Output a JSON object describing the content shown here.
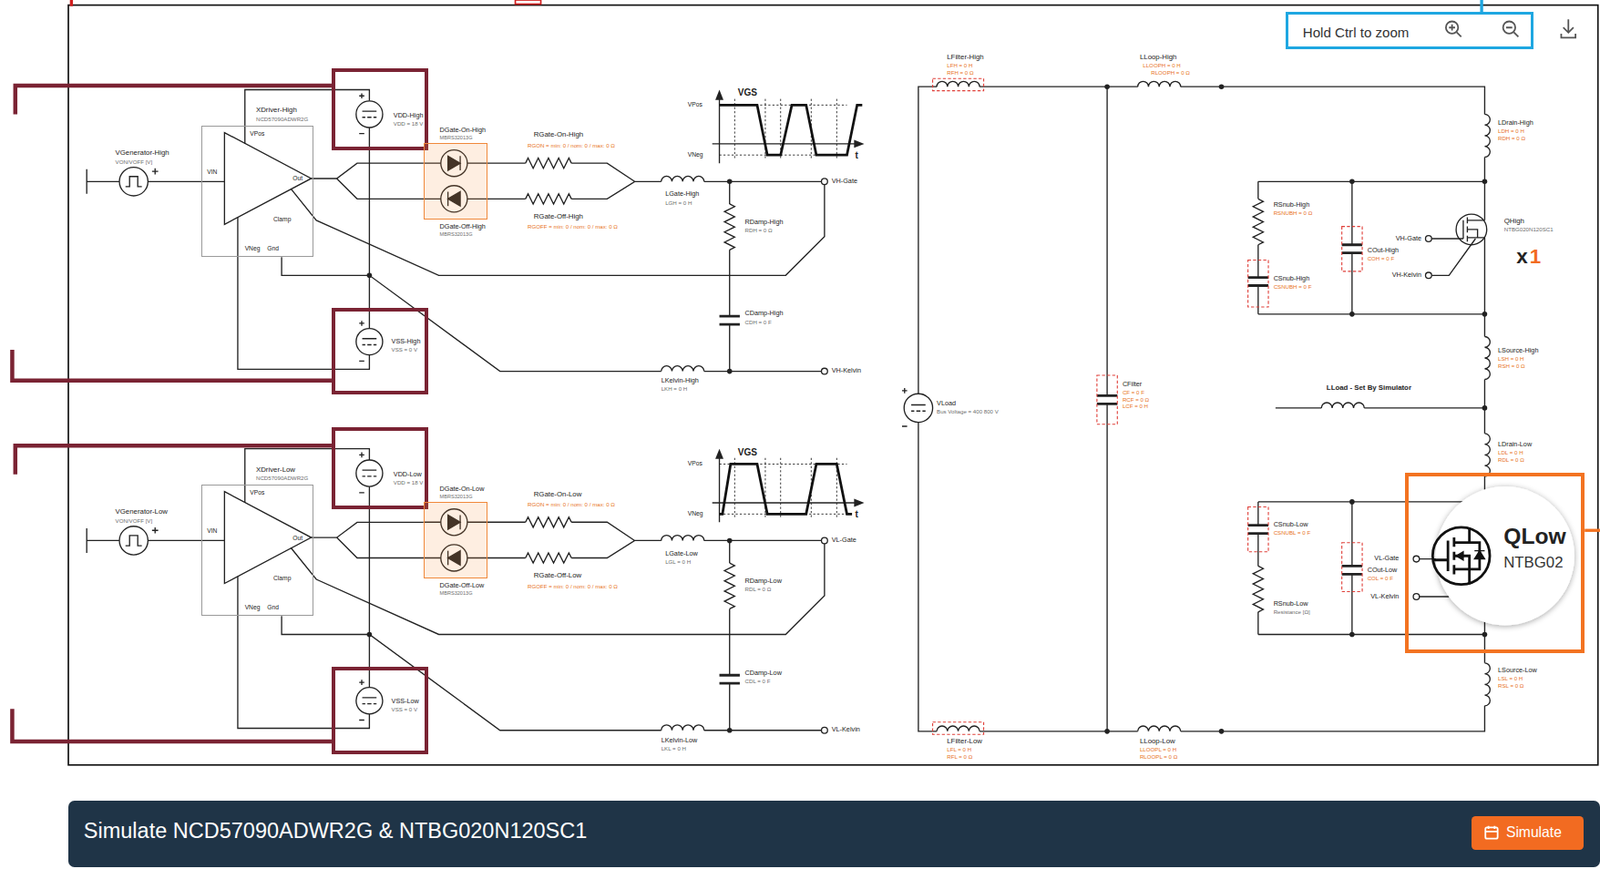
{
  "diagram": {
    "nodes": [
      {
        "text": [
          "Hold Ctrl to zoom"
        ]
      },
      {
        "text": [
          "XDriver-High",
          "NCD57090ADWR2G",
          "VPos",
          "VIN",
          "Out",
          "Clamp",
          "VNeg",
          "Gnd"
        ]
      },
      {
        "text": [
          "VDD-High",
          "VDD = 18 V"
        ]
      },
      {
        "text": [
          "DGate-On-High",
          "MBRS32013G",
          "DGate-Off-High",
          "MBRS32013G"
        ]
      },
      {
        "text": [
          "VSS-High",
          "VSS = 0 V"
        ]
      },
      {
        "text": [
          "XDriver-Low",
          "NCD57090ADWR2G",
          "VPos",
          "VIN",
          "Out",
          "Clamp",
          "VNeg",
          "Gnd"
        ]
      },
      {
        "text": [
          "VDD-Low",
          "VDD = 18 V"
        ]
      },
      {
        "text": [
          "DGate-On-Low",
          "MBRS32013G",
          "DGate-Off-Low",
          "MBRS32013G"
        ]
      },
      {
        "text": [
          "VSS-Low",
          "VSS = 0 V"
        ]
      },
      {
        "text": [
          "QLow",
          "NTBG02"
        ]
      },
      {
        "text": [
          "Simulate NCD57090ADWR2G & NTBG020N120SC1"
        ]
      },
      {
        "text": [
          "Simulate"
        ],
        "in": 10
      }
    ],
    "edges": [
      {
        "from": 1,
        "to": 3,
        "arrow": "none"
      },
      {
        "from": 5,
        "to": 7,
        "arrow": "none"
      }
    ],
    "labels": [
      "VGenerator-High",
      "VON/VOFF [V]",
      "RGate-On-High",
      "RGON = min: 0 / nom: 0 / max: 0 Ω",
      "RGate-Off-High",
      "RGOFF = min: 0 / nom: 0 / max: 0 Ω",
      "VGS",
      "VPos",
      "VNeg",
      "t",
      "LGate-High",
      "LGH = 0 H",
      "VH-Gate",
      "RDamp-High",
      "RDH = 0 Ω",
      "CDamp-High",
      "CDH = 0 F",
      "LKelvin-High",
      "LKH = 0 H",
      "VH-Kelvin",
      "VGenerator-Low",
      "VON/VOFF [V]",
      "RGate-On-Low",
      "RGON = min: 0 / nom: 0 / max: 0 Ω",
      "RGate-Off-Low",
      "RGOFF = min: 0 / nom: 0 / max: 0 Ω",
      "VGS",
      "VPos",
      "VNeg",
      "t",
      "LGate-Low",
      "LGL = 0 H",
      "VL-Gate",
      "RDamp-Low",
      "RDL = 0 Ω",
      "CDamp-Low",
      "CDL = 0 F",
      "LKelvin-Low",
      "LKL = 0 H",
      "VL-Kelvin",
      "LFilter-High",
      "LFH = 0 H",
      "RFH = 0 Ω",
      "LLoop-High",
      "LLOOPH = 0 H",
      "RLOOPH = 0 Ω",
      "LDrain-High",
      "LDH = 0 H",
      "RDH = 0 Ω",
      "RSnub-High",
      "RSNUBH = 0 Ω",
      "CSnub-High",
      "CSNUBH = 0 F",
      "COut-High",
      "COH = 0 F",
      "VH-Gate",
      "VH-Kelvin",
      "QHigh",
      "NTBG020N120SC1",
      "x",
      "1",
      "LSource-High",
      "LSH = 0 H",
      "RSH = 0 Ω",
      "LLoad - Set By Simulator",
      "VLoad",
      "Bus Voltage = 400 800 V",
      "CFilter",
      "CF = 0 F",
      "RCF = 0 Ω",
      "LCF = 0 H",
      "LDrain-Low",
      "LDL = 0 H",
      "RDL = 0 Ω",
      "CSnub-Low",
      "CSNUBL = 0 F",
      "RSnub-Low",
      "Resistance [Ω]",
      "COut-Low",
      "COL = 0 F",
      "VL-Gate",
      "VL-Kelvin",
      "LSource-Low",
      "LSL = 0 H",
      "RSL = 0 Ω",
      "LFilter-Low",
      "LFL = 0 H",
      "RFL = 0 Ω",
      "LLoop-Low",
      "LLOOPL = 0 H",
      "RLOOPL = 0 Ω"
    ]
  }
}
